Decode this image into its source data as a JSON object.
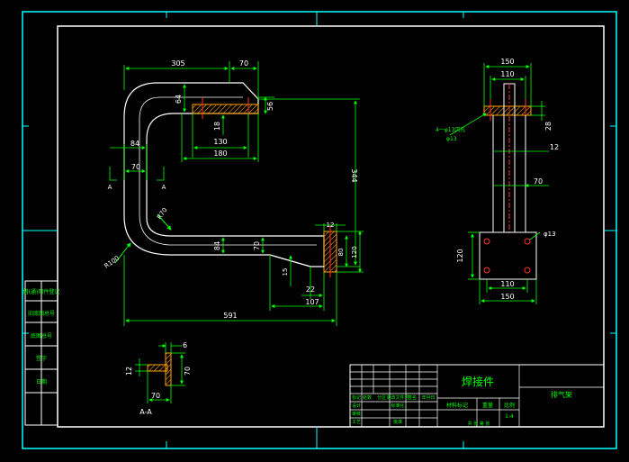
{
  "colors": {
    "background": "#000000",
    "frame": "#00ffff",
    "inner_frame": "#ffffff",
    "outline": "#ffffff",
    "dimension": "#00ff00",
    "dimension_text": "#ffffff",
    "weld": "#ffa500",
    "hatch": "#ff9a00",
    "center_line": "#ff3030",
    "title_text": "#00ff00",
    "title_lines": "#ffffff"
  },
  "main_view": {
    "dim_top_total": "305",
    "dim_top_right": "70",
    "dim_vertical_thickness": "64",
    "dim_step": "56",
    "dim_slot_width": "130",
    "dim_slot_outer": "180",
    "dim_slot_depth": "18",
    "dim_left_offset": "84",
    "dim_section_width": "70",
    "dim_height": "344",
    "dim_radius_inner": "R70",
    "dim_radius_outer": "R100",
    "dim_bottom_thickness": "84",
    "dim_bottom_height": "70",
    "dim_end_plate": "12",
    "dim_end_height_80": "80",
    "dim_end_height_120": "120",
    "dim_gusset_15": "15",
    "dim_gusset_22": "22",
    "dim_gusset_107": "107",
    "dim_total_length": "591",
    "section_marker_left": "A",
    "section_marker_right": "A"
  },
  "side_view": {
    "dim_top_150": "150",
    "dim_top_110": "110",
    "dim_thk_28": "28",
    "dim_web_12": "12",
    "dim_flange_70": "70",
    "dim_plate_120": "120",
    "dim_hole_phi13": "φ13",
    "dim_bottom_110": "110",
    "dim_bottom_150": "150",
    "note_holes_line1": "4一φ13沉孔",
    "note_holes_line2": "φ13"
  },
  "section_view": {
    "dim_6": "6",
    "dim_12": "12",
    "dim_70_vertical": "70",
    "dim_70_horizontal": "70",
    "label": "A-A"
  },
  "title_block": {
    "drawing_title": "焊接件",
    "part_name": "排气架",
    "material_label": "材料标记",
    "scale_label": "比例",
    "weight_label": "重量",
    "scale_value": "1:4",
    "row_labels": [
      "标记",
      "设计",
      "审核",
      "工艺"
    ],
    "col_labels": [
      "处数",
      "分区",
      "更改文件号",
      "签名",
      "年月日"
    ],
    "standardization": "标准化",
    "approval": "批准",
    "sheet_info": "共 张  第 张"
  },
  "side_labels": [
    "借(通)用件登记",
    "旧底图总号",
    "底图总号",
    "签字",
    "日期"
  ]
}
